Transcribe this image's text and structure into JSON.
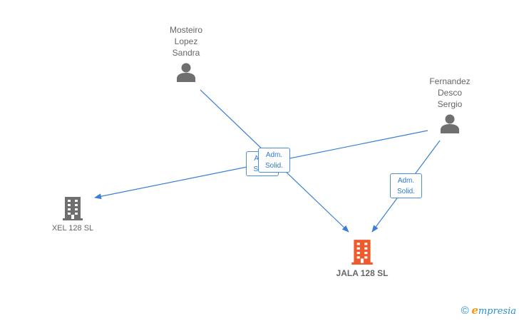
{
  "people": [
    {
      "id": "mosteiro",
      "name_lines": [
        "Mosteiro",
        "Lopez",
        "Sandra"
      ]
    },
    {
      "id": "fernandez",
      "name_lines": [
        "Fernandez",
        "Desco",
        "Sergio"
      ]
    }
  ],
  "companies": [
    {
      "id": "xel",
      "name": "XEL 128  SL",
      "color": "#6f6f6f"
    },
    {
      "id": "jala",
      "name": "JALA 128  SL",
      "color": "#f0592b"
    }
  ],
  "edge_labels": [
    {
      "line1": "Adm.",
      "line2": "Solid."
    },
    {
      "line1": "Adm.",
      "line2": "Solid."
    },
    {
      "line1": "Adm.",
      "line2": "Solid."
    }
  ],
  "watermark": {
    "copyright": "©",
    "brand_initial": "e",
    "brand_rest": "mpresia"
  },
  "colors": {
    "edge": "#3a7fd5",
    "person_icon": "#6f6f6f"
  }
}
